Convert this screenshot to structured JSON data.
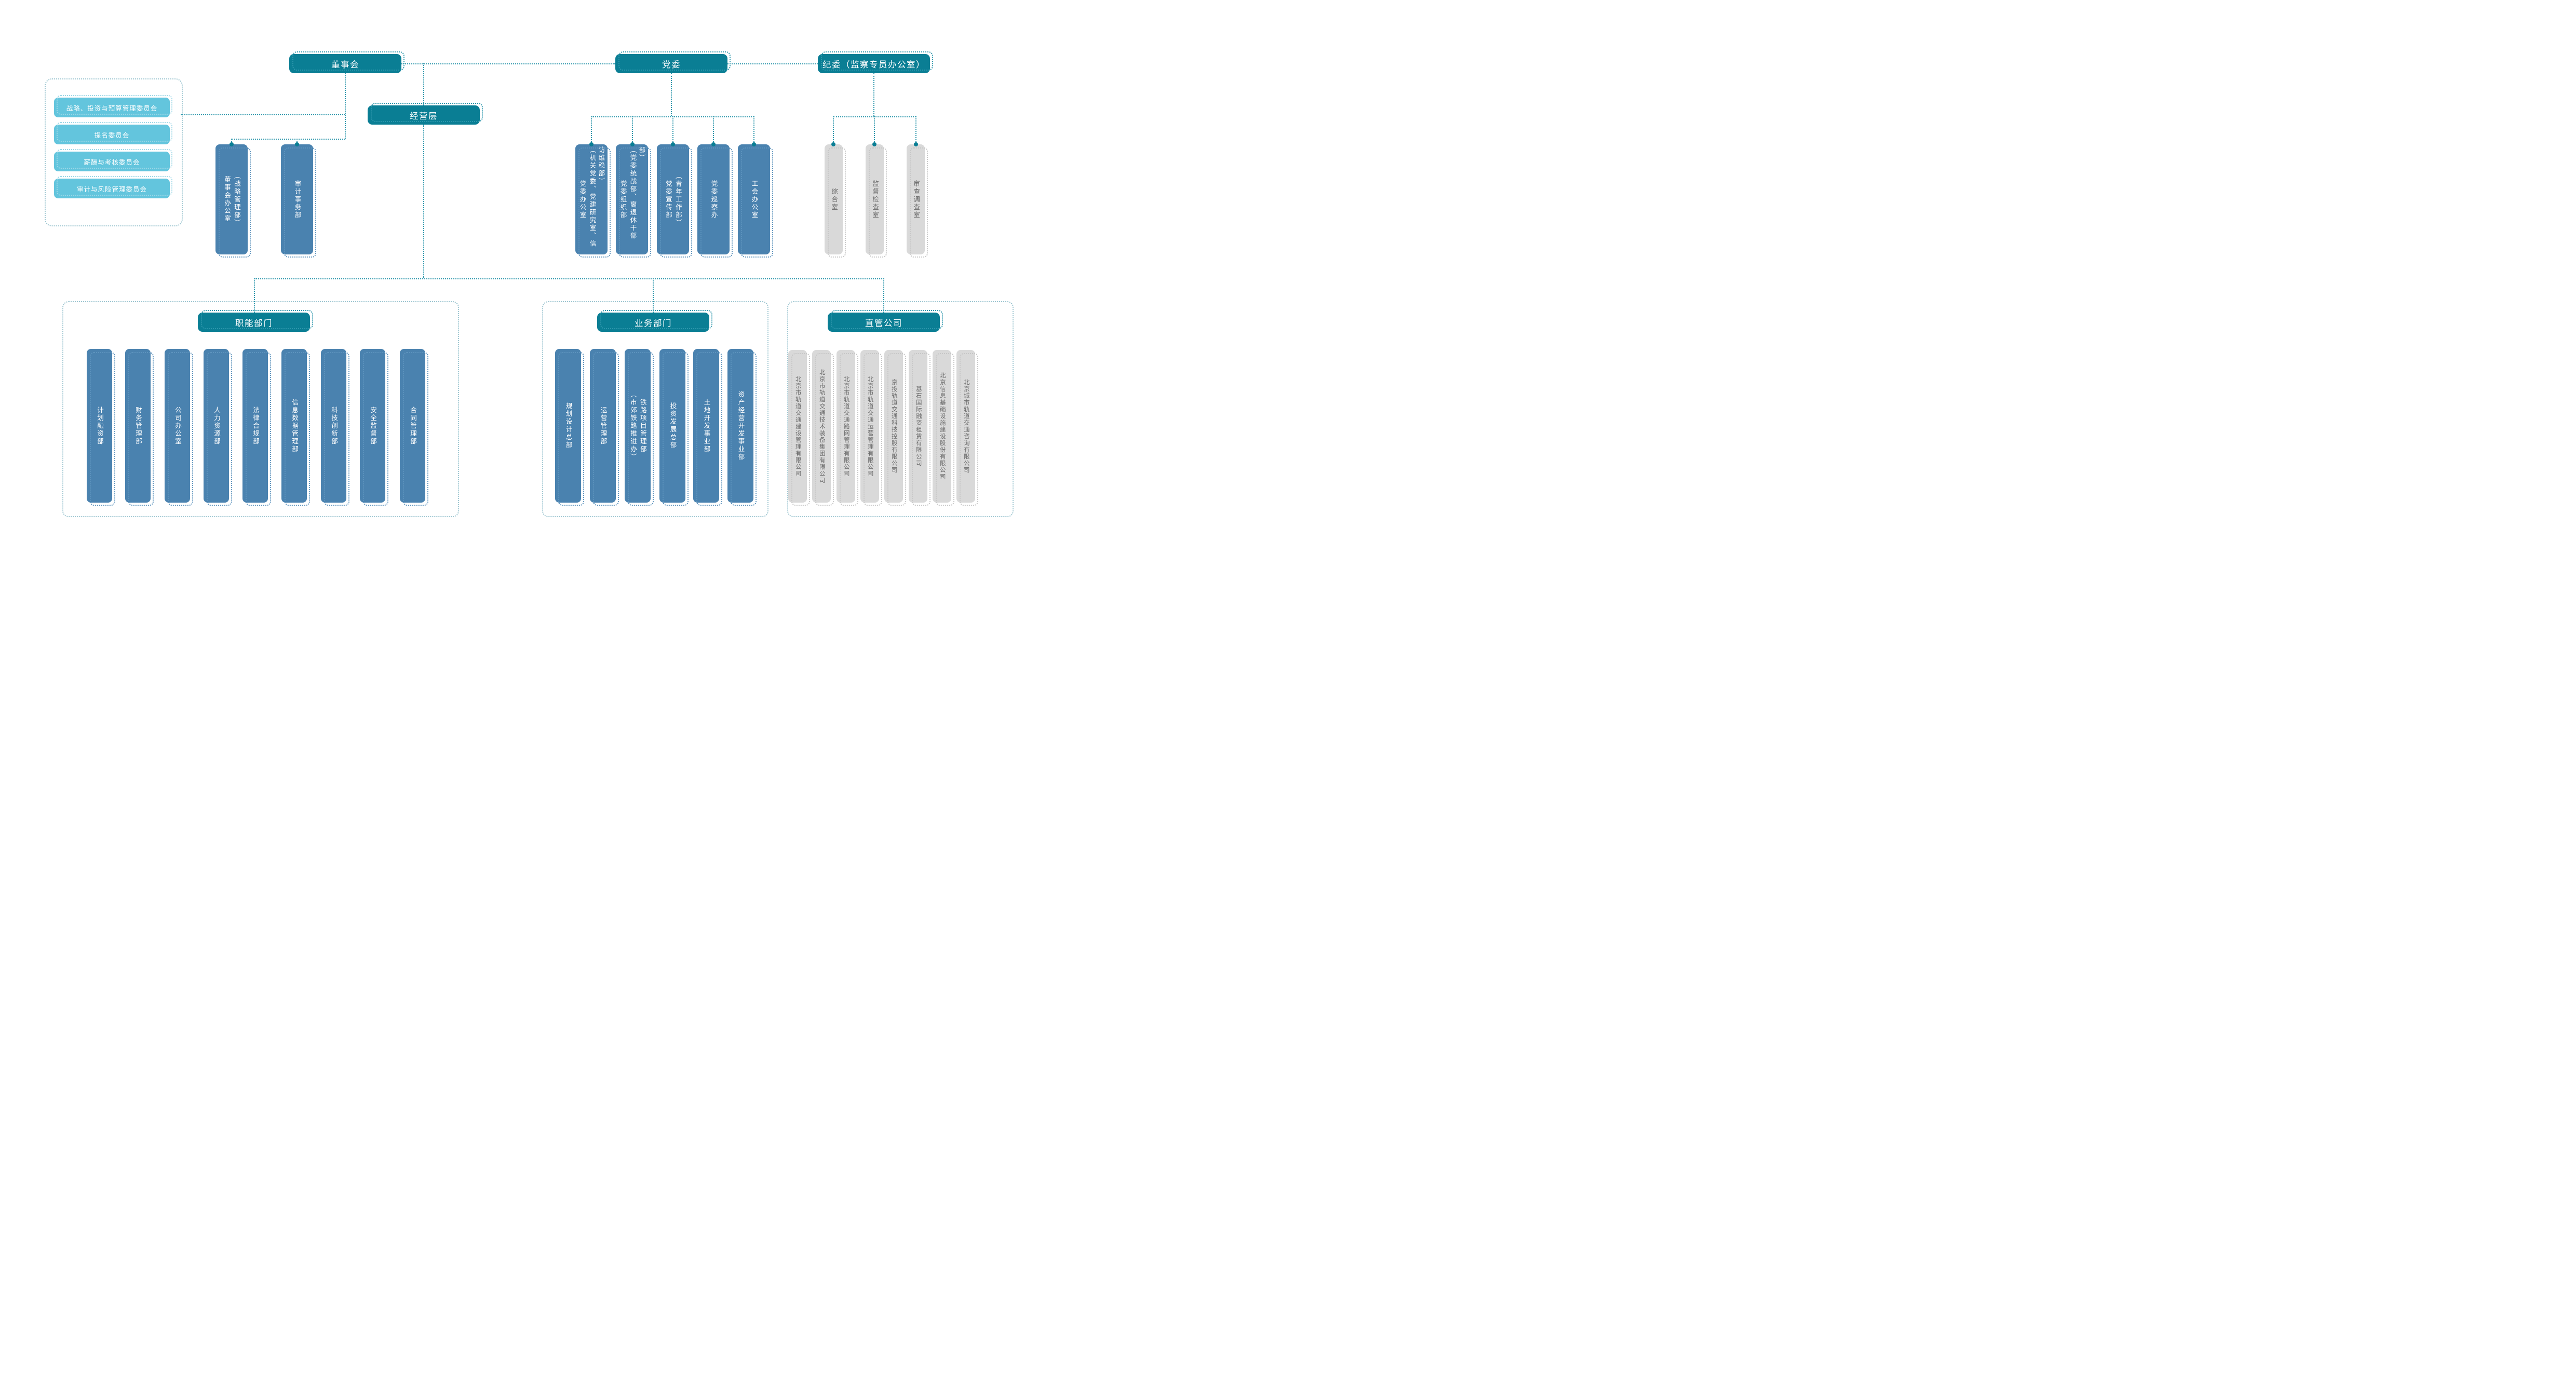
{
  "org": {
    "top": {
      "board": "董事会",
      "party": "党委",
      "discipline": "纪委（监察专员办公室）",
      "management": "经营层"
    },
    "board_committees": [
      "战略、投资与预算管理委员会",
      "提名委员会",
      "薪酬与考核委员会",
      "审计与风险管理委员会"
    ],
    "board_offices": [
      {
        "name": "董事会办公室",
        "sub": "（战略管理部）"
      },
      {
        "name": "审计事务部"
      }
    ],
    "party_offices": [
      {
        "name": "党委办公室",
        "sub": "（机关党委、党建研究室、信访维稳部）"
      },
      {
        "name": "党委组织部",
        "sub": "（党委统战部、离退休干部部）"
      },
      {
        "name": "党委宣传部",
        "sub": "（青年工作部）"
      },
      {
        "name": "党委巡察办"
      },
      {
        "name": "工会办公室"
      }
    ],
    "discipline_offices": [
      "综合室",
      "监督检查室",
      "审查调查室"
    ],
    "sections": {
      "functional": {
        "title": "职能部门",
        "items": [
          "计划融资部",
          "财务管理部",
          "公司办公室",
          "人力资源部",
          "法律合规部",
          "信息数据管理部",
          "科技创新部",
          "安全监督部",
          "合同管理部"
        ]
      },
      "business": {
        "title": "业务部门",
        "items": [
          {
            "name": "规划设计总部"
          },
          {
            "name": "运营管理部"
          },
          {
            "name": "铁路项目管理部",
            "sub": "（市郊铁路推进办）"
          },
          {
            "name": "投资发展总部"
          },
          {
            "name": "土地开发事业部"
          },
          {
            "name": "资产经营开发事业部"
          }
        ]
      },
      "companies": {
        "title": "直管公司",
        "items": [
          "北京市轨道交通建设管理有限公司",
          "北京市轨道交通技术装备集团有限公司",
          "北京市轨道交通路网管理有限公司",
          "北京市轨道交通运营管理有限公司",
          "京投轨道交通科技控股有限公司",
          "基石国际融资租赁有限公司",
          "北京信息基础设施建设股份有限公司",
          "北京城市轨道交通咨询有限公司"
        ]
      }
    },
    "colors": {
      "header_teal": "#0a7e94",
      "box_blue": "#4a82af",
      "committee_light_blue": "#63c5dd",
      "box_gray": "#d9d9d9",
      "gray_text": "#6a6a6a",
      "connector": "#2e97ac"
    }
  }
}
